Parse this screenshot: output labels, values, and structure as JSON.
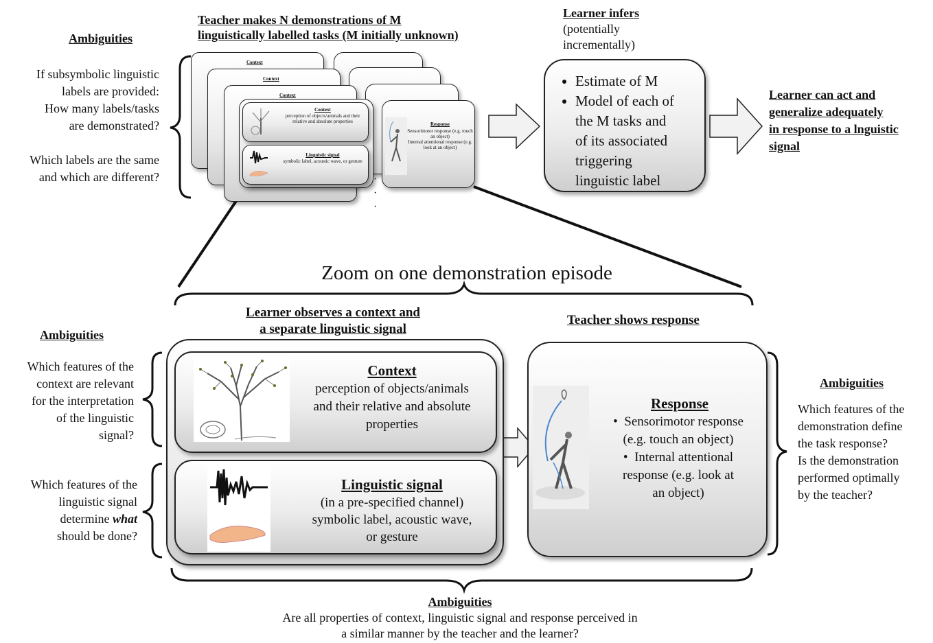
{
  "top": {
    "teacher_title_line1": "Teacher makes N demonstrations of M",
    "teacher_title_line2": "linguistically labelled tasks  (M initially unknown)",
    "left_ambiguities": {
      "heading": "Ambiguities",
      "q1_line1": "If subsymbolic linguistic",
      "q1_line2": "labels are provided:",
      "q1_line3": "How many labels/tasks",
      "q1_line4": "are demonstrated?",
      "q2_line1": "Which labels are the same",
      "q2_line2": "and which are different?"
    },
    "mini_context_title": "Context",
    "mini_context_text": "perception of objects/animals and their relative and absolute properties",
    "mini_signal_title": "Linguistic signal",
    "mini_signal_text": "symbolic label, acoustic wave, or gesture",
    "mini_response_title": "Response",
    "mini_response_b1": "Sensorimotor response (e.g. touch an object)",
    "mini_response_b2": "Internal attentional response (e.g. look at an object)",
    "dots": "·",
    "learner_infers_title": "Learner infers",
    "learner_infers_sub1": "(potentially",
    "learner_infers_sub2": "incrementally)",
    "infer_b1": "Estimate of M",
    "infer_b2_l1": "Model of each of",
    "infer_b2_l2": "the M tasks and",
    "infer_b2_l3": "of its associated",
    "infer_b2_l4": "triggering",
    "infer_b2_l5": "linguistic label",
    "outcome_l1": "Learner can act and",
    "outcome_l2": "generalize  adequately",
    "outcome_l3": "in response to a lnguistic",
    "outcome_l4": "signal"
  },
  "zoom_title": "Zoom on one demonstration episode",
  "bottom": {
    "learner_obs_l1": "Learner observes a context and",
    "learner_obs_l2": "a separate linguistic signal",
    "teacher_shows": "Teacher shows response",
    "left_ambiguities": {
      "heading": "Ambiguities",
      "q1_l1": "Which features of the",
      "q1_l2": "context are relevant",
      "q1_l3": "for the interpretation",
      "q1_l4": "of the linguistic",
      "q1_l5": "signal?",
      "q2_l1": "Which features of the",
      "q2_l2": "linguistic signal",
      "q2_l3_pre": "determine ",
      "q2_l3_em": "what",
      "q2_l4": "should be done?"
    },
    "context_title": "Context",
    "context_l1": "perception of objects/animals",
    "context_l2": "and their relative and absolute",
    "context_l3": "properties",
    "signal_title": "Linguistic signal",
    "signal_l1": "(in a pre-specified channel)",
    "signal_l2": "symbolic label, acoustic wave,",
    "signal_l3": "or gesture",
    "response_title": "Response",
    "resp_b1_l1": "Sensorimotor response",
    "resp_b1_l2": "(e.g. touch an object)",
    "resp_b2_l1": "Internal attentional",
    "resp_b2_l2": "response (e.g. look at",
    "resp_b2_l3": "an object)",
    "right_ambiguities": {
      "heading": "Ambiguities",
      "l1": "Which features of the",
      "l2": "demonstration define",
      "l3": "the task response?",
      "l4": "Is the demonstration",
      "l5": "performed optimally",
      "l6": "by the teacher?"
    },
    "bottom_ambiguities": {
      "heading": "Ambiguities",
      "l1": "Are all properties of context, linguistic signal and response perceived in",
      "l2": "a similar manner by the teacher and the learner?"
    }
  }
}
